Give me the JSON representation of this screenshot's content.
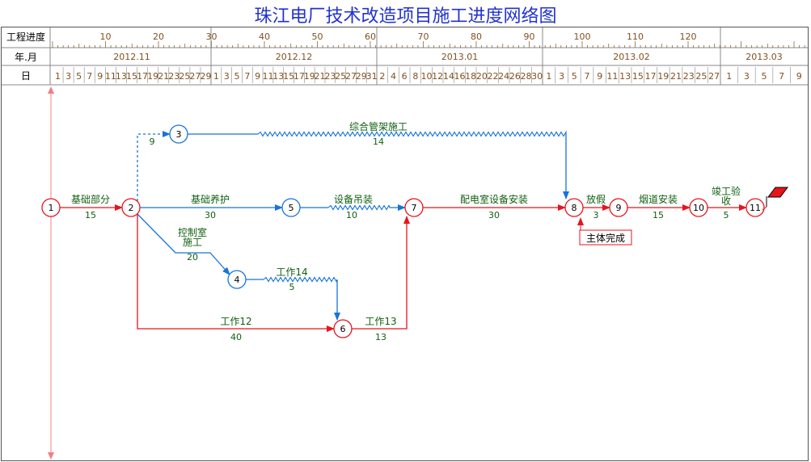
{
  "title": "珠江电厂技术改造项目施工进度网络图",
  "header": {
    "progress_label": "工程进度",
    "month_label": "年.月",
    "day_label": "日"
  },
  "progress_ticks": [
    10,
    20,
    30,
    40,
    50,
    60,
    70,
    80,
    90,
    100,
    110,
    120
  ],
  "months": [
    {
      "label": "2012.11",
      "days": [
        1,
        3,
        5,
        7,
        9,
        11,
        13,
        15,
        17,
        19,
        21,
        23,
        25,
        27,
        29
      ]
    },
    {
      "label": "2012.12",
      "days": [
        1,
        3,
        5,
        7,
        9,
        11,
        13,
        15,
        17,
        19,
        21,
        23,
        25,
        27,
        29,
        31
      ]
    },
    {
      "label": "2013.01",
      "days": [
        2,
        4,
        6,
        8,
        10,
        12,
        14,
        16,
        18,
        20,
        22,
        24,
        26,
        28,
        30
      ]
    },
    {
      "label": "2013.02",
      "days": [
        1,
        3,
        5,
        7,
        9,
        11,
        13,
        15,
        17,
        19,
        21,
        23,
        25,
        27
      ]
    },
    {
      "label": "2013.03",
      "days": [
        1,
        3,
        5,
        7,
        9
      ]
    }
  ],
  "colors": {
    "critical": "#e8141b",
    "normal": "#1874d6",
    "label": "#106010",
    "axis": "#805020",
    "title": "#2233cc"
  },
  "nodes": [
    {
      "id": "1",
      "label": "1",
      "critical": true
    },
    {
      "id": "2",
      "label": "2",
      "critical": true
    },
    {
      "id": "3",
      "label": "3",
      "critical": false
    },
    {
      "id": "4",
      "label": "4",
      "critical": false
    },
    {
      "id": "5",
      "label": "5",
      "critical": false
    },
    {
      "id": "6",
      "label": "6",
      "critical": true
    },
    {
      "id": "7",
      "label": "7",
      "critical": true
    },
    {
      "id": "8",
      "label": "8",
      "critical": true
    },
    {
      "id": "9",
      "label": "9",
      "critical": true
    },
    {
      "id": "10",
      "label": "10",
      "critical": true
    },
    {
      "id": "11",
      "label": "11",
      "critical": true
    }
  ],
  "activities": [
    {
      "from": "1",
      "to": "2",
      "name": "基础部分",
      "duration": "15",
      "critical": true
    },
    {
      "from": "2",
      "to": "3",
      "name": "",
      "duration": "9",
      "critical": false,
      "dummy": true
    },
    {
      "from": "3",
      "to": "8",
      "name": "综合管架施工",
      "duration": "14",
      "critical": false
    },
    {
      "from": "2",
      "to": "5",
      "name": "基础养护",
      "duration": "30",
      "critical": false
    },
    {
      "from": "5",
      "to": "7",
      "name": "设备吊装",
      "duration": "10",
      "critical": false
    },
    {
      "from": "2",
      "to": "4",
      "name": "控制室施工",
      "name_lines": [
        "控制室",
        "施工"
      ],
      "duration": "20",
      "critical": false
    },
    {
      "from": "4",
      "to": "6",
      "name": "工作14",
      "duration": "5",
      "critical": false
    },
    {
      "from": "2",
      "to": "6",
      "name": "工作12",
      "duration": "40",
      "critical": true
    },
    {
      "from": "6",
      "to": "7",
      "name": "工作13",
      "duration": "13",
      "critical": true
    },
    {
      "from": "7",
      "to": "8",
      "name": "配电室设备安装",
      "duration": "30",
      "critical": true
    },
    {
      "from": "8",
      "to": "9",
      "name": "放假",
      "duration": "3",
      "critical": true
    },
    {
      "from": "9",
      "to": "10",
      "name": "烟道安装",
      "duration": "15",
      "critical": true
    },
    {
      "from": "10",
      "to": "11",
      "name": "竣工验收",
      "name_lines": [
        "竣工验",
        "收"
      ],
      "duration": "5",
      "critical": true
    }
  ],
  "milestone": {
    "label": "主体完成",
    "node": "8"
  }
}
